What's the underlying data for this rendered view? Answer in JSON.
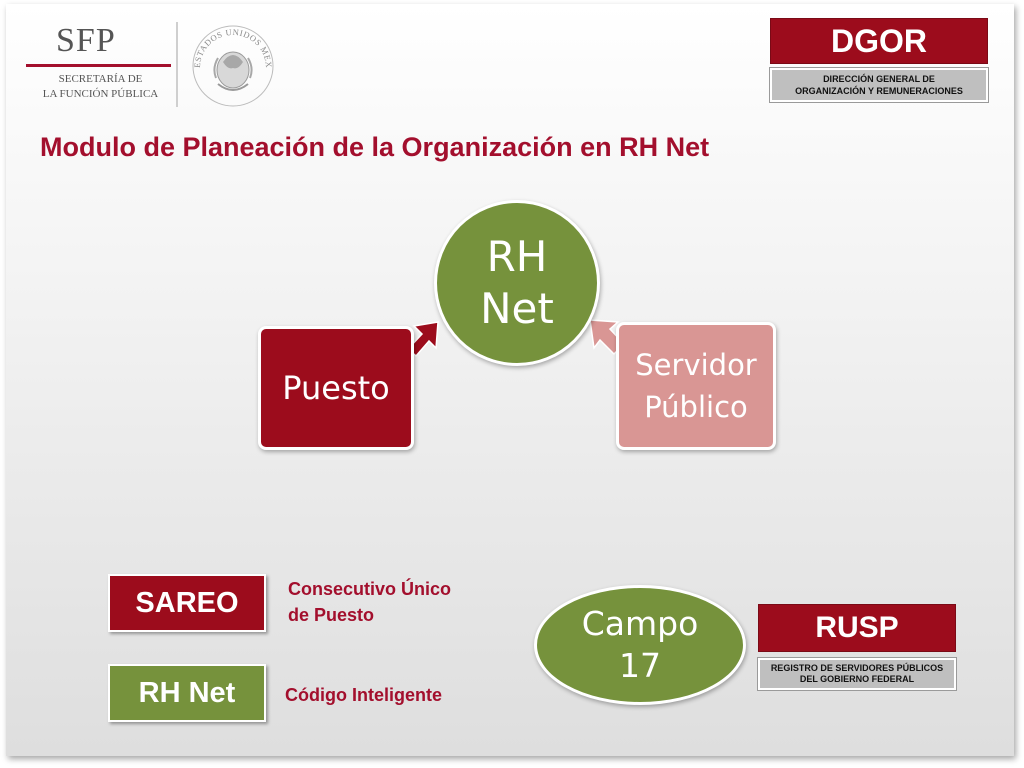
{
  "header": {
    "logo_mark": "SFP",
    "logo_line1": "SECRETARÍA DE",
    "logo_line2": "LA FUNCIÓN PÚBLICA",
    "seal_text": "ESTADOS UNIDOS MEXICANOS"
  },
  "dgor": {
    "acronym": "DGOR",
    "line1": "DIRECCIÓN GENERAL DE",
    "line2": "ORGANIZACIÓN Y REMUNERACIONES"
  },
  "title": "Modulo de Planeación de la Organización en RH Net",
  "diagram": {
    "center_line1": "RH",
    "center_line2": "Net",
    "left": "Puesto",
    "right_line1": "Servidor",
    "right_line2": "Público"
  },
  "legend": {
    "sareo_label": "SAREO",
    "sareo_desc_line1": "Consecutivo Único",
    "sareo_desc_line2": "de Puesto",
    "rhnet_label": "RH Net",
    "rhnet_desc": "Código Inteligente"
  },
  "campo": {
    "line1": "Campo",
    "line2": "17"
  },
  "rusp": {
    "acronym": "RUSP",
    "line1": "REGISTRO DE SERVIDORES PÚBLICOS",
    "line2": "DEL GOBIERNO FEDERAL"
  },
  "colors": {
    "brand_red": "#9c0c1c",
    "green": "#76923c",
    "pink": "#d99694",
    "title_red": "#a30f2d"
  }
}
